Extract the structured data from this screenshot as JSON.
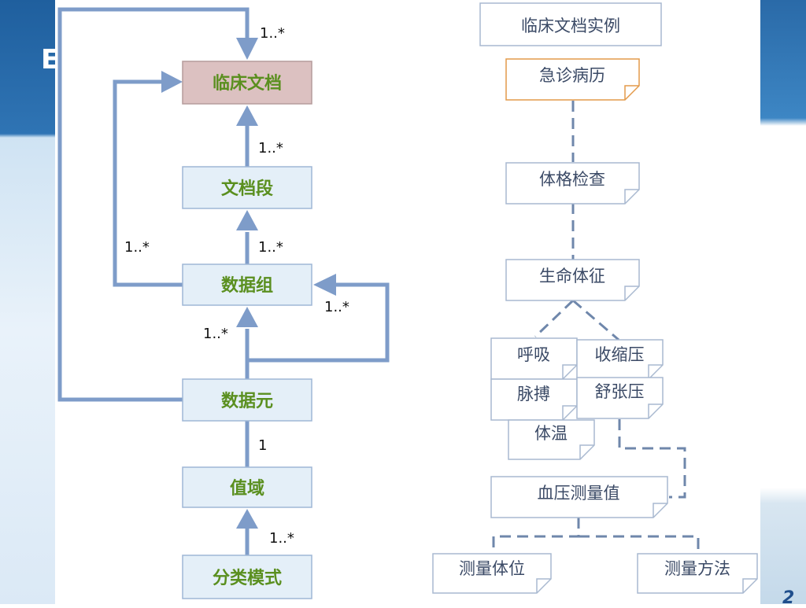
{
  "bg_fragments": {
    "left_letter": "E",
    "corner_text": "2"
  },
  "model": {
    "classes": {
      "clinical_document": "临床文档",
      "section": "文档段",
      "data_group": "数据组",
      "data_element": "数据元",
      "value_domain": "值域",
      "classification": "分类模式"
    },
    "multiplicities": {
      "top_loop": "1..*",
      "section_to_doc": "1..*",
      "group_to_doc": "1..*",
      "group_to_section": "1..*",
      "group_self": "1..*",
      "element_to_group": "1..*",
      "element_to_domain": "1",
      "domain_from_classification": "1..*"
    },
    "colors": {
      "arrow": "#7e9cc9",
      "box_fill": "#e4eff8",
      "box_stroke": "#9fb7d6",
      "highlight_fill": "#dcc1c1",
      "label_green": "#5a8f1f"
    }
  },
  "instance": {
    "title": "临床文档实例",
    "emergency_record": "急诊病历",
    "physical_exam": "体格检查",
    "vital_signs": "生命体征",
    "respiration": "呼吸",
    "systolic": "收缩压",
    "pulse": "脉搏",
    "diastolic": "舒张压",
    "temperature": "体温",
    "bp_value": "血压测量值",
    "measure_position": "测量体位",
    "measure_method": "测量方法",
    "colors": {
      "note_stroke": "#a9b9d0",
      "highlight_stroke": "#e39a4a",
      "connector": "#6f87ab"
    }
  }
}
